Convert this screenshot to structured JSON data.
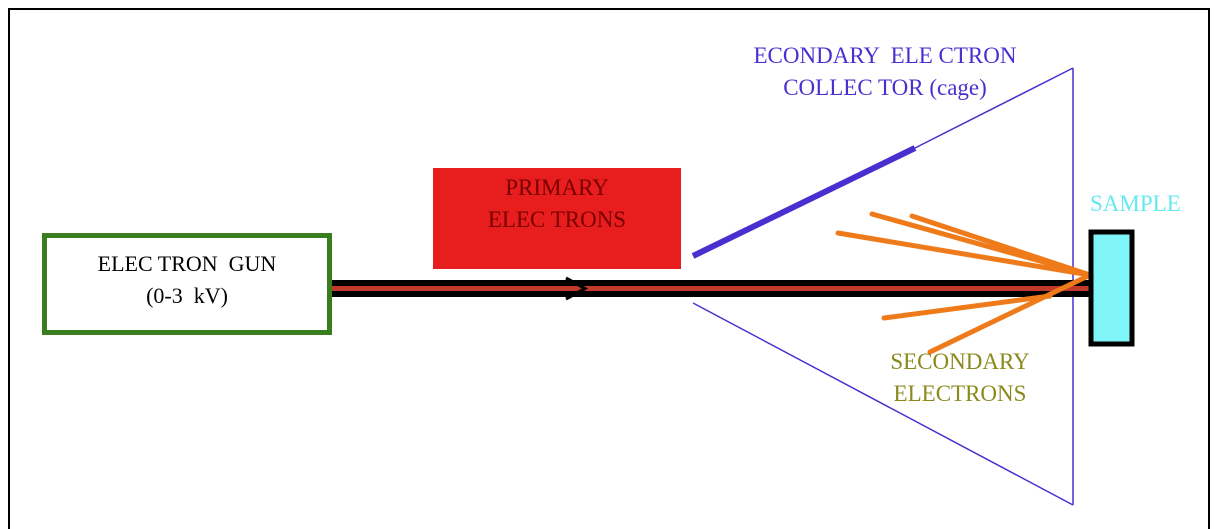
{
  "electron_gun": {
    "line1": "ELEC TRON  GUN",
    "line2": "(0-3  kV)"
  },
  "primary_electrons": {
    "line1": "PRIMARY",
    "line2": "ELEC TRONS"
  },
  "collector": {
    "line1": "ECONDARY  ELE CTRON",
    "line2": "COLLEC TOR (cage)"
  },
  "sample": {
    "label": "SAMPLE"
  },
  "secondary_electrons": {
    "line1": "SECONDARY",
    "line2": "ELECTRONS"
  },
  "colors": {
    "gun_border": "#3a7d1e",
    "primary_fill": "#e81d1d",
    "beam_core": "#c0392b",
    "cage_line": "#4a2fd0",
    "secondary_rays": "#ee7a1a",
    "sample_fill": "#7ff5f7",
    "sample_label": "#66e8f0",
    "secondary_label": "#8a8a1c"
  }
}
